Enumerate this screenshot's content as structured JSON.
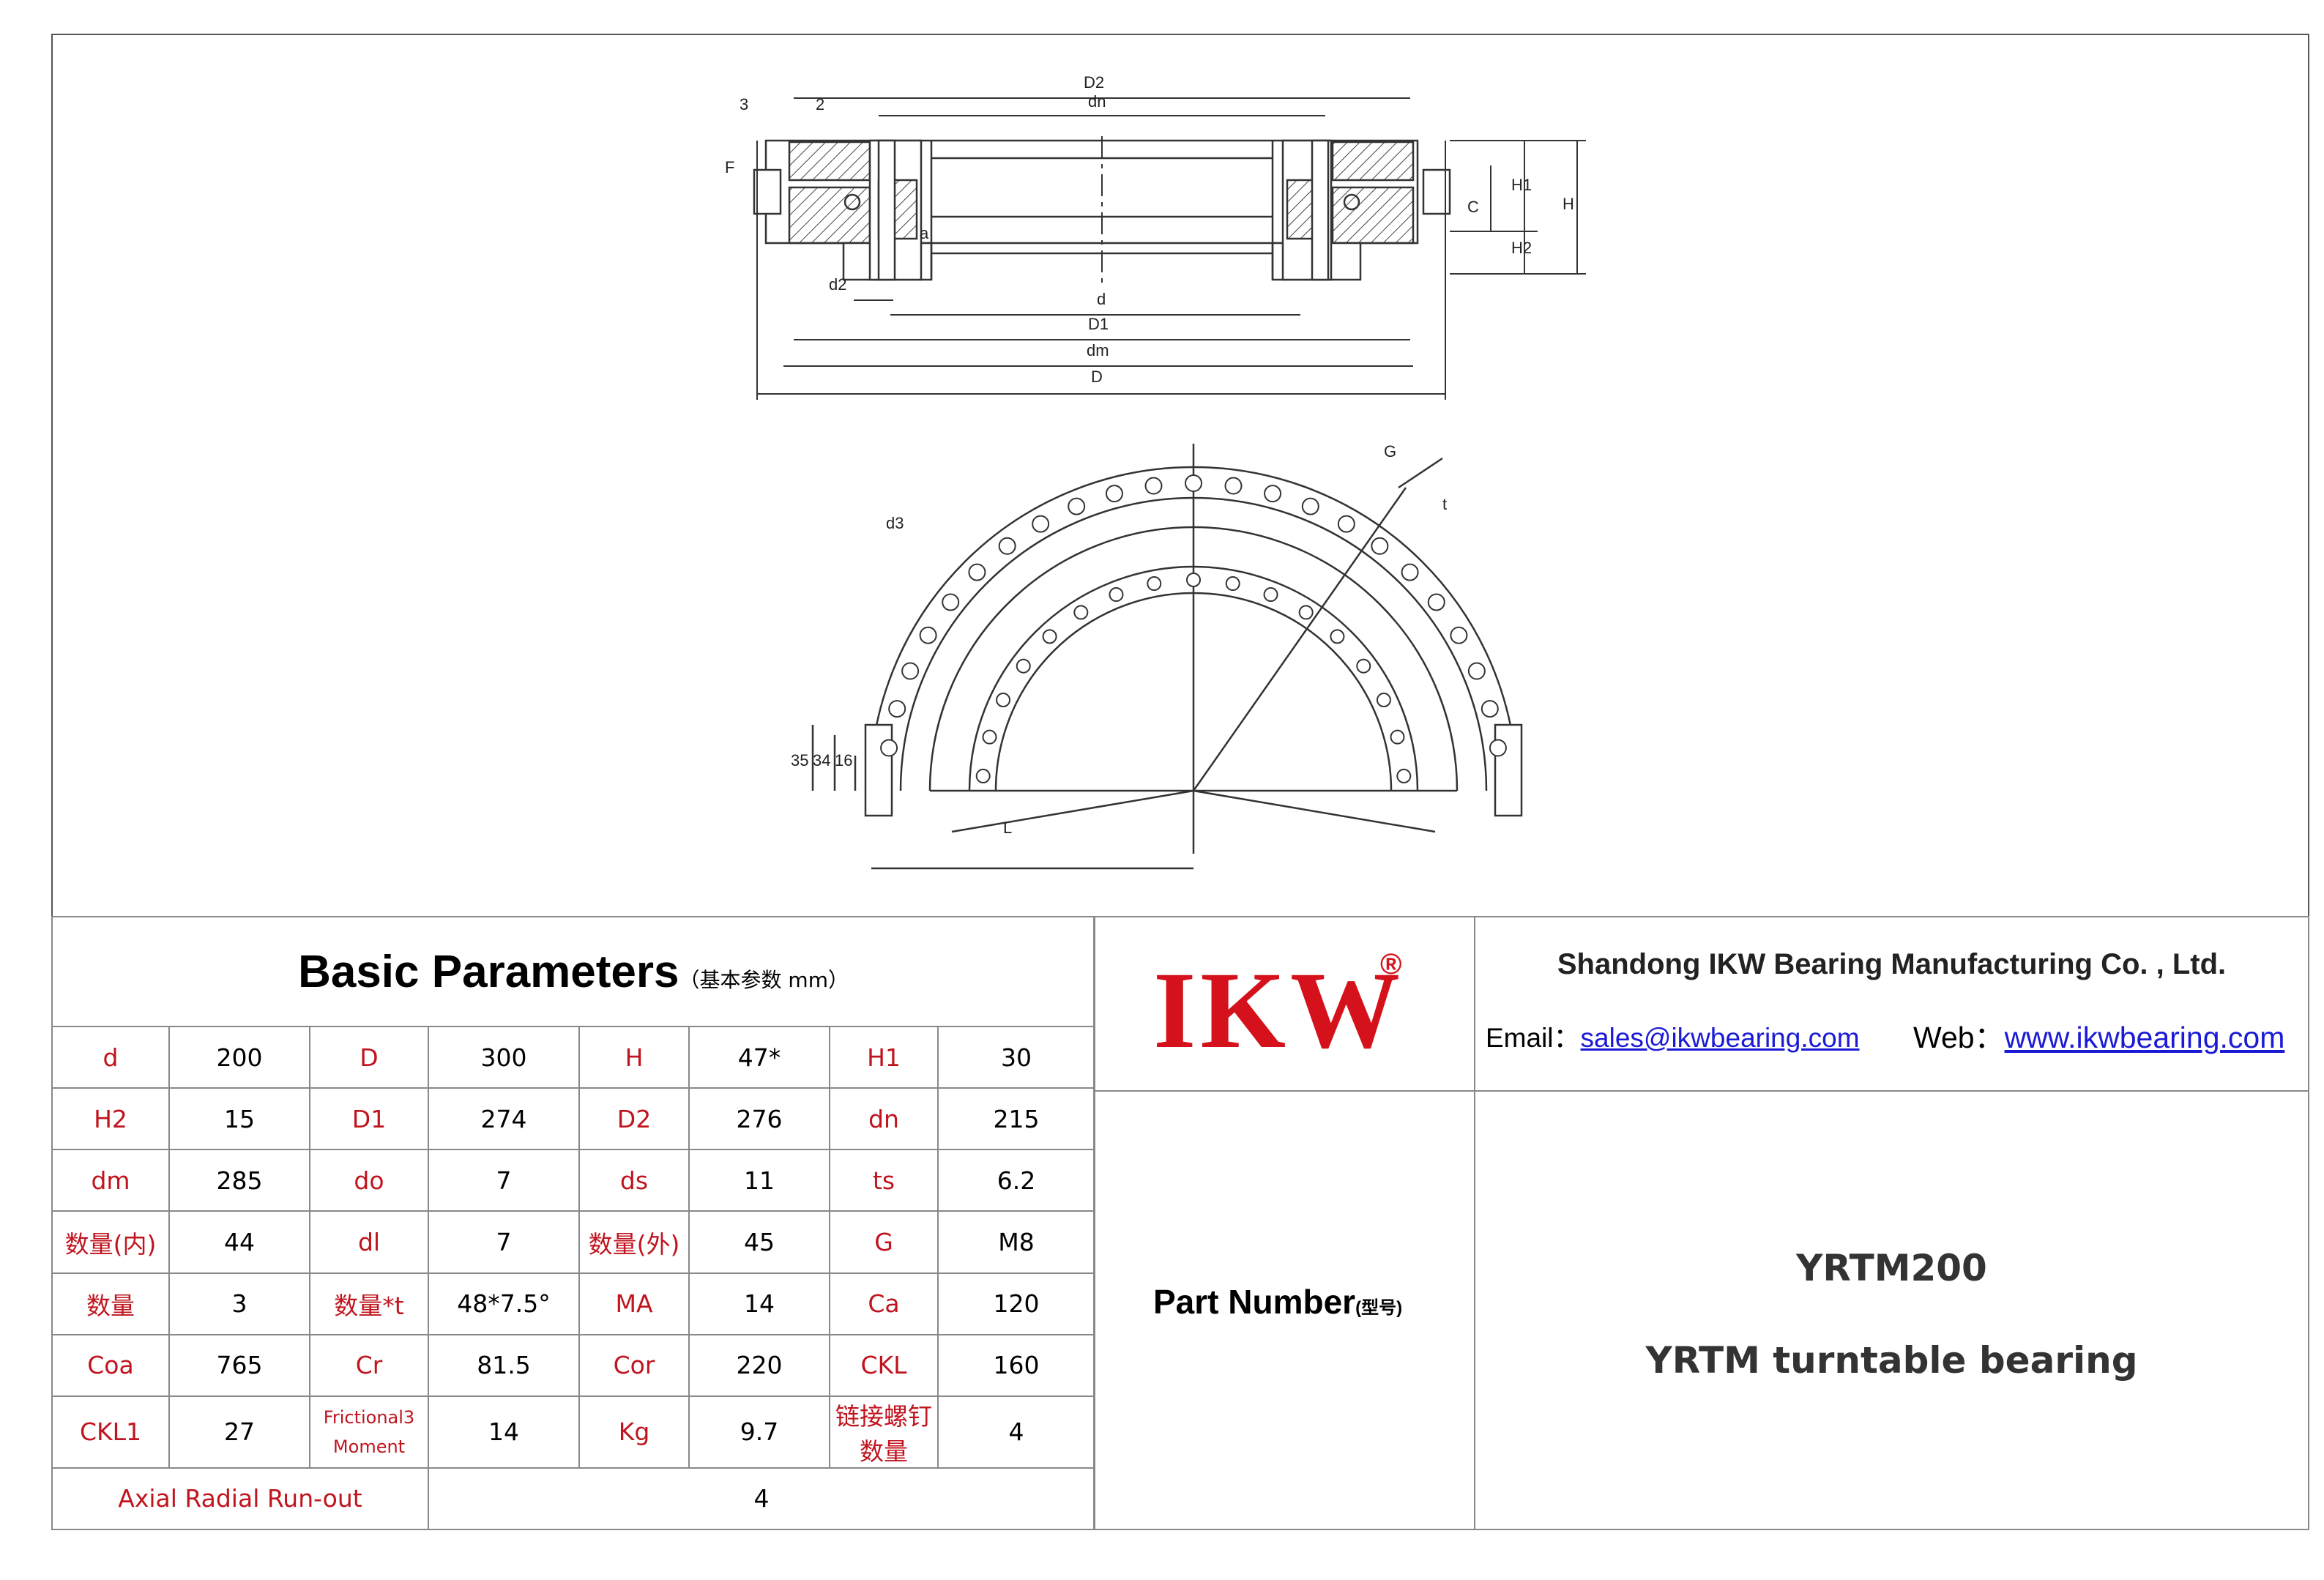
{
  "title": {
    "main": "Basic Parameters",
    "sub": "（基本参数 mm）"
  },
  "params": [
    [
      [
        "d",
        "200"
      ],
      [
        "D",
        "300"
      ],
      [
        "H",
        "47*"
      ],
      [
        "H1",
        "30"
      ]
    ],
    [
      [
        "H2",
        "15"
      ],
      [
        "D1",
        "274"
      ],
      [
        "D2",
        "276"
      ],
      [
        "dn",
        "215"
      ]
    ],
    [
      [
        "dm",
        "285"
      ],
      [
        "do",
        "7"
      ],
      [
        "ds",
        "11"
      ],
      [
        "ts",
        "6.2"
      ]
    ],
    [
      [
        "数量(内)",
        "44"
      ],
      [
        "dl",
        "7"
      ],
      [
        "数量(外)",
        "45"
      ],
      [
        "G",
        "M8"
      ]
    ],
    [
      [
        "数量",
        "3"
      ],
      [
        "数量*t",
        "48*7.5°"
      ],
      [
        "MA",
        "14"
      ],
      [
        "Ca",
        "120"
      ]
    ],
    [
      [
        "Coa",
        "765"
      ],
      [
        "Cr",
        "81.5"
      ],
      [
        "Cor",
        "220"
      ],
      [
        "CKL",
        "160"
      ]
    ],
    [
      [
        "CKL1",
        "27"
      ],
      [
        "Frictional3 Moment",
        "14"
      ],
      [
        "Kg",
        "9.7"
      ],
      [
        "链接螺钉 数量",
        "4"
      ]
    ]
  ],
  "runout": {
    "label": "Axial Radial Run-out",
    "value": "4"
  },
  "logo": {
    "text": "IKW",
    "reg": "®",
    "color": "#d5121b"
  },
  "company": {
    "name": "Shandong IKW Bearing Manufacturing Co. , Ltd.",
    "email_label": "Email：",
    "email": "sales@ikwbearing.com",
    "web_label": "Web：",
    "web": "www.ikwbearing.com"
  },
  "part": {
    "label": "Part Number",
    "sub": "(型号)",
    "model": "YRTM200",
    "description": "YRTM turntable bearing"
  },
  "drawing": {
    "section_labels": [
      "D2",
      "dn",
      "3",
      "2",
      "F",
      "H1",
      "H",
      "C",
      "H2",
      "a",
      "d2",
      "d",
      "D1",
      "dm",
      "D"
    ],
    "plan_labels": [
      "G",
      "t",
      "d3",
      "35",
      "34",
      "16",
      "L"
    ]
  },
  "colors": {
    "label_red": "#c0141e",
    "link_blue": "#1a1ad6"
  }
}
